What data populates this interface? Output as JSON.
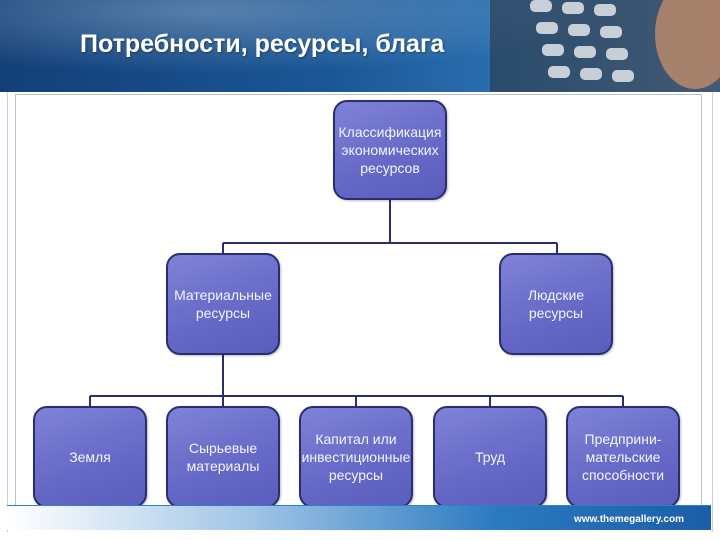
{
  "slide": {
    "title": "Потребности, ресурсы, блага",
    "footer_url": "www.themegallery.com"
  },
  "diagram": {
    "root": "Классификация\nэкономических\nресурсов",
    "level1": [
      "Материальные\nресурсы",
      "Людские\nресурсы"
    ],
    "level2": [
      "Земля",
      "Сырьевые\nматериалы",
      "Капитал или\nинвестиционные\nресурсы",
      "Труд",
      "Предприни-\nмательские\nспособности"
    ]
  },
  "colors": {
    "header": "#1a5696",
    "box_fill": "#6568c6",
    "box_border": "#2a2d6e",
    "connector": "#2a2d6e"
  }
}
